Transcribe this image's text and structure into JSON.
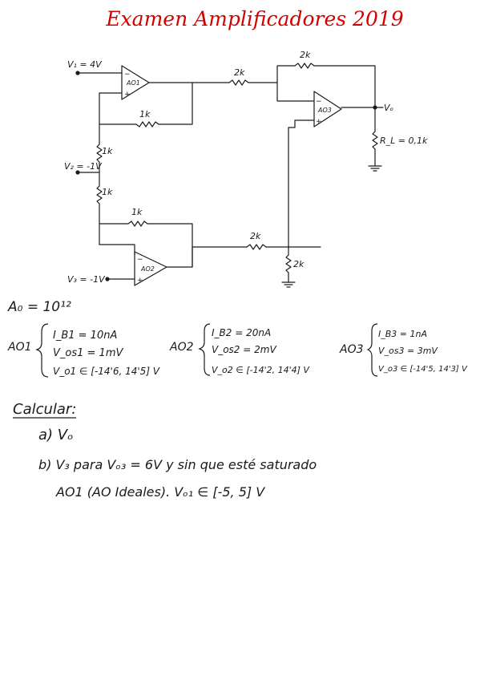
{
  "title": "Examen Amplificadores 2019",
  "colors": {
    "ink": "#1a1a1a",
    "title": "#d40000"
  },
  "circuit": {
    "v1_label": "V₁ = 4V",
    "v2_label": "V₂ = -1V",
    "v3_label": "V₃ = -1V",
    "vo_label": "Vₒ",
    "ao1_label": "AO1",
    "ao2_label": "AO2",
    "ao3_label": "AO3",
    "r_ao1_out": "2k",
    "r_ao3_fb": "2k",
    "r_ao1_fb": "1k",
    "r_div_top": "1k",
    "r_div_bottom": "1k",
    "r_ao2_fb": "1k",
    "r_ao2_out": "2k",
    "r_ao3_gnd": "2k",
    "rl_label": "R_L = 0,1k",
    "minus": "−",
    "plus": "+"
  },
  "params": {
    "a0": "A₀ = 10¹²",
    "ao1": {
      "name": "AO1",
      "ib": "I_B1 = 10nA",
      "vos": "V_os1 = 1mV",
      "vo": "V_o1 ∈ [-14'6, 14'5] V"
    },
    "ao2": {
      "name": "AO2",
      "ib": "I_B2 = 20nA",
      "vos": "V_os2 = 2mV",
      "vo": "V_o2 ∈ [-14'2, 14'4] V"
    },
    "ao3": {
      "name": "AO3",
      "ib": "I_B3 = 1nA",
      "vos": "V_os3 = 3mV",
      "vo": "V_o3 ∈ [-14'5, 14'3] V"
    }
  },
  "questions": {
    "heading": "Calcular:",
    "a": "a) Vₒ",
    "b_line1": "b) V₃   para   Vₒ₃ = 6V  y  sin que  esté saturado",
    "b_line2": "AO1  (AO Ideales).  Vₒ₁ ∈ [-5, 5] V"
  }
}
